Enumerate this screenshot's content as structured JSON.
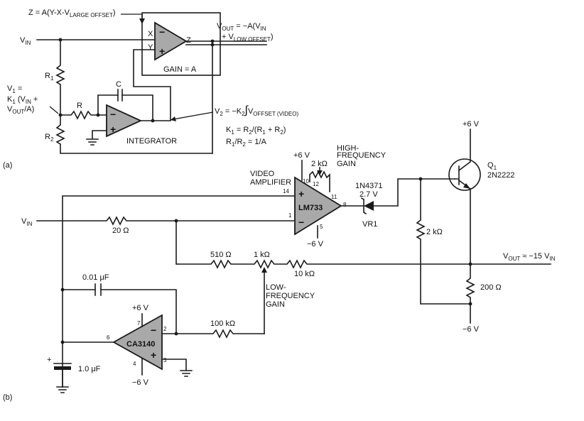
{
  "labels": {
    "z_eq": "Z = A(Y-X-V",
    "z_eq_sub": "LARGE OFFSET",
    "z_eq_end": ")",
    "vout_eq1": "V",
    "vout_eq1_sub": "OUT",
    "vout_eq1_rest": " = −A(V",
    "vout_eq1_sub2": "IN",
    "vout_eq2": "+ V",
    "vout_eq2_sub": "LOW OFFSET",
    "vout_eq2_end": ")",
    "vin_a": "V",
    "vin_a_sub": "IN",
    "pin_x": "X",
    "pin_y": "Y",
    "pin_z": "Z",
    "gain_a": "GAIN = A",
    "r1": "R",
    "r1_sub": "1",
    "r": "R",
    "c": "C",
    "r2": "R",
    "r2_sub": "2",
    "v1_l1": "V",
    "v1_l1_sub": "1",
    "v1_l1_end": " =",
    "v1_l2": "K",
    "v1_l2_sub": "1",
    "v1_l2_rest": " (V",
    "v1_l2_sub2": "IN",
    "v1_l2_end": " +",
    "v1_l3": "V",
    "v1_l3_sub": "OUT",
    "v1_l3_end": "/A)",
    "integrator": "INTEGRATOR",
    "v2_eq": "V",
    "v2_eq_sub": "2",
    "v2_eq_rest": " = −K",
    "v2_eq_sub2": "2",
    "v2_eq_int": "∫",
    "v2_eq_v": "V",
    "v2_eq_sub3": "OFFSET (VIDEO)",
    "k1_eq": "K",
    "k1_eq_sub": "1",
    "k1_eq_rest": " = R",
    "k1_eq_sub2": "2",
    "k1_eq_rest2": "/(R",
    "k1_eq_sub3": "1",
    "k1_eq_rest3": " + R",
    "k1_eq_sub4": "2",
    "k1_eq_end": ")",
    "r1r2_eq": "R",
    "r1r2_eq_sub": "1",
    "r1r2_eq_rest": "/R",
    "r1r2_eq_sub2": "2",
    "r1r2_eq_end": " = 1/A",
    "part_a": "(a)",
    "part_b": "(b)",
    "vplus_lm": "+6 V",
    "high_freq1": "HIGH-",
    "high_freq2": "FREQUENCY",
    "high_freq3": "GAIN",
    "pot_2k": "2 kΩ",
    "video_amp1": "VIDEO",
    "video_amp2": "AMPLIFIER",
    "lm733": "LM733",
    "pin10": "10",
    "pin12": "12",
    "pin14": "14",
    "pin11": "11",
    "pin8": "8",
    "pin1": "1",
    "pin5": "5",
    "vminus_lm": "−6 V",
    "diode_part": "1N4371",
    "diode_volt": "2.7 V",
    "vr1": "VR1",
    "vplus_q": "+6 V",
    "q1": "Q",
    "q1_sub": "1",
    "q1_part": "2N2222",
    "r_2k": "2 kΩ",
    "vin_b": "V",
    "vin_b_sub": "IN",
    "r_20": "20 Ω",
    "r_510": "510 Ω",
    "pot_1k": "1 kΩ",
    "r_10k": "10 kΩ",
    "vout_b": "V",
    "vout_b_sub": "OUT",
    "vout_b_rest": " ≈ −15 V",
    "vout_b_sub2": "IN",
    "c_001": "0.01 μF",
    "low_freq1": "LOW-",
    "low_freq2": "FREQUENCY",
    "low_freq3": "GAIN",
    "r_200": "200 Ω",
    "vplus_ca": "+6 V",
    "ca3140": "CA3140",
    "pin7": "7",
    "pin2": "2",
    "pin6": "6",
    "pin4": "4",
    "pin3": "3",
    "r_100k": "100 kΩ",
    "vminus_ca": "−6 V",
    "vminus_q": "−6 V",
    "c_1u": "1.0 μF",
    "cap_plus": "+"
  }
}
